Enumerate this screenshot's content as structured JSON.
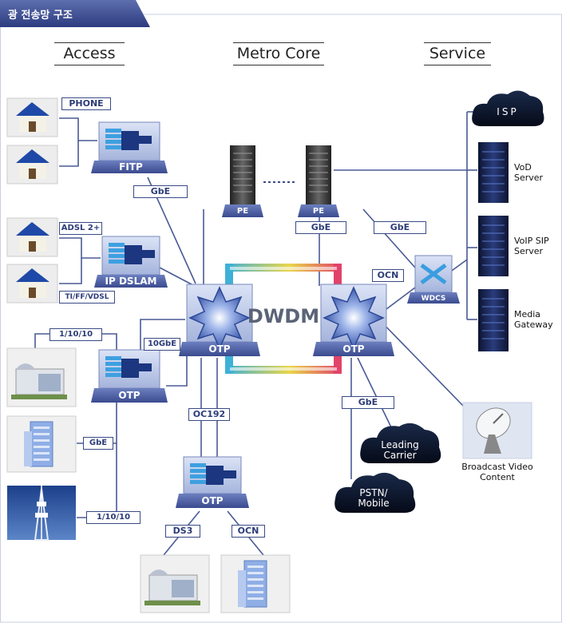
{
  "page": {
    "title": "광 전송망 구조"
  },
  "columns": {
    "access": "Access",
    "metro_core": "Metro Core",
    "service": "Service"
  },
  "nodes": {
    "fitp": "FITP",
    "ip_dslam": "IP DSLAM",
    "otp_access": "OTP",
    "otp_bottom": "OTP",
    "otp_left": "OTP",
    "otp_right": "OTP",
    "pe_left": "PE",
    "pe_right": "PE",
    "dwdm": "DWDM",
    "wdcs": "WDCS"
  },
  "link_labels": {
    "phone": "PHONE",
    "adsl": "ADSL 2+",
    "tiffvdsl": "TI/FF/VDSL",
    "gbe_fitp": "GbE",
    "ten_gbe": "10GbE",
    "rate_top": "1/10/10",
    "gbe_access": "GbE",
    "rate_bottom": "1/10/10",
    "oc192": "OC192",
    "ds3": "DS3",
    "ocn_bottom": "OCN",
    "gbe_pe": "GbE",
    "gbe_wdcs": "GbE",
    "ocn_wdcs": "OCN",
    "gbe_carrier": "GbE"
  },
  "services": {
    "isp": "ISP",
    "vod": "VoD Server",
    "voip": "VoIP SIP Server",
    "media": "Media Gateway",
    "broadcast": "Broadcast Video Content",
    "leading_carrier": "Leading Carrier",
    "pstn": "PSTN/ Mobile"
  }
}
